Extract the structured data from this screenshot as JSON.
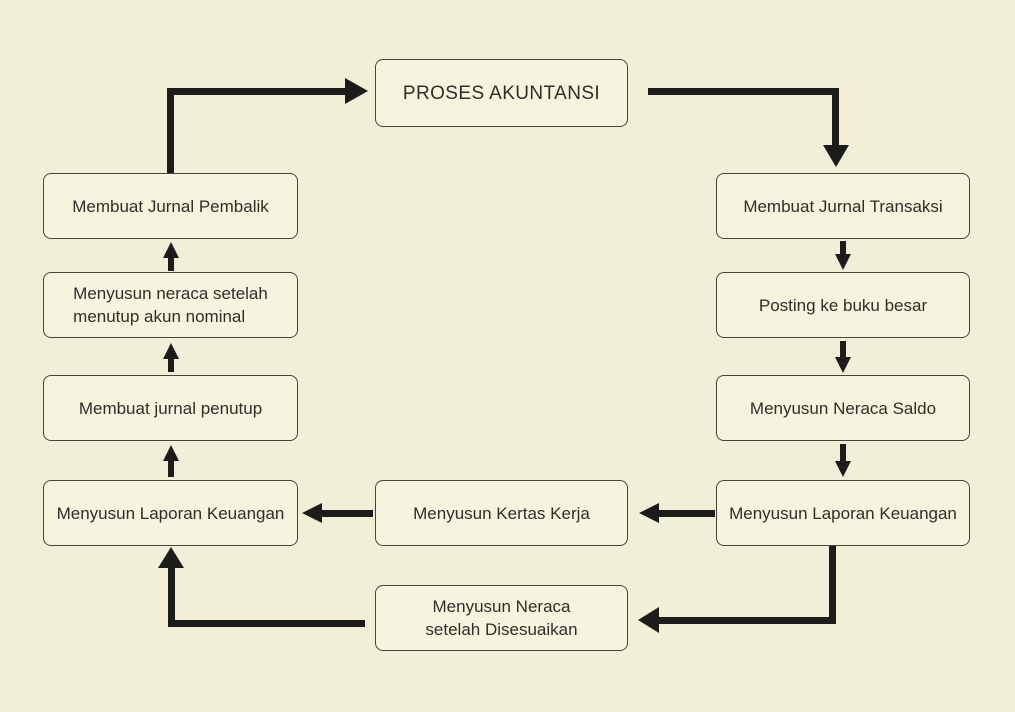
{
  "colors": {
    "background": "#f2efd9",
    "node_fill": "#f6f3df",
    "node_border": "#45453b",
    "arrow": "#1c1c1a",
    "text": "#2f2f29"
  },
  "diagram": {
    "title": "PROSES AKUNTANSI",
    "nodes": {
      "proses_akuntansi": "PROSES AKUNTANSI",
      "membuat_jurnal_transaksi": "Membuat Jurnal Transaksi",
      "posting_ke_buku_besar": "Posting ke buku besar",
      "menyusun_neraca_saldo": "Menyusun Neraca Saldo",
      "menyusun_laporan_keuangan_kanan": "Menyusun Laporan Keuangan",
      "menyusun_neraca_setelah_disesuaikan": "Menyusun Neraca\nsetelah Disesuaikan",
      "menyusun_kertas_kerja": "Menyusun Kertas Kerja",
      "menyusun_laporan_keuangan_kiri": "Menyusun Laporan Keuangan",
      "membuat_jurnal_penutup": "Membuat jurnal penutup",
      "menyusun_neraca_setelah_menutup": "Menyusun neraca setelah\nmenutup akun nominal",
      "membuat_jurnal_pembalik": "Membuat Jurnal Pembalik"
    },
    "edges": [
      {
        "from": "membuat_jurnal_pembalik",
        "to": "proses_akuntansi"
      },
      {
        "from": "proses_akuntansi",
        "to": "membuat_jurnal_transaksi"
      },
      {
        "from": "membuat_jurnal_transaksi",
        "to": "posting_ke_buku_besar"
      },
      {
        "from": "posting_ke_buku_besar",
        "to": "menyusun_neraca_saldo"
      },
      {
        "from": "menyusun_neraca_saldo",
        "to": "menyusun_laporan_keuangan_kanan"
      },
      {
        "from": "menyusun_laporan_keuangan_kanan",
        "to": "menyusun_kertas_kerja"
      },
      {
        "from": "menyusun_kertas_kerja",
        "to": "menyusun_laporan_keuangan_kiri"
      },
      {
        "from": "menyusun_laporan_keuangan_kanan",
        "to": "menyusun_neraca_setelah_disesuaikan"
      },
      {
        "from": "menyusun_neraca_setelah_disesuaikan",
        "to": "menyusun_laporan_keuangan_kiri"
      },
      {
        "from": "menyusun_laporan_keuangan_kiri",
        "to": "membuat_jurnal_penutup"
      },
      {
        "from": "membuat_jurnal_penutup",
        "to": "menyusun_neraca_setelah_menutup"
      },
      {
        "from": "menyusun_neraca_setelah_menutup",
        "to": "membuat_jurnal_pembalik"
      }
    ]
  }
}
